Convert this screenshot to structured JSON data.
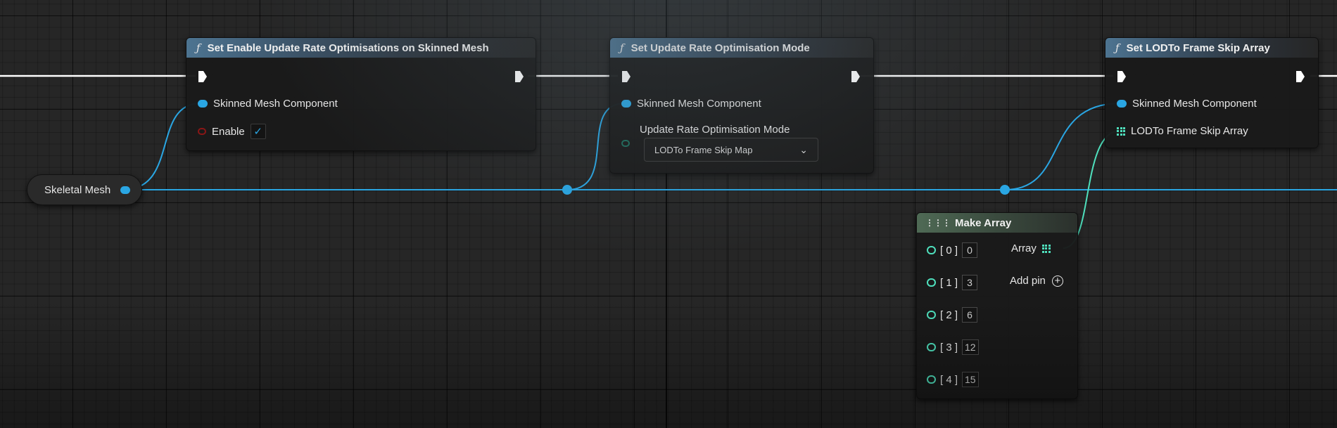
{
  "nodes": {
    "set_enable": {
      "title": "Set Enable Update Rate Optimisations on Skinned Mesh",
      "function_icon": "function-icon",
      "pins": {
        "target": "Skinned Mesh Component",
        "enable": "Enable",
        "enable_checked": "✓"
      }
    },
    "set_mode": {
      "title": "Set Update Rate Optimisation Mode",
      "function_icon": "function-icon",
      "pins": {
        "target": "Skinned Mesh Component",
        "mode": "Update Rate Optimisation Mode"
      },
      "mode_value": "LODTo Frame Skip Map"
    },
    "set_lod": {
      "title": "Set LODTo Frame Skip Array",
      "function_icon": "function-icon",
      "pins": {
        "target": "Skinned Mesh Component",
        "array": "LODTo Frame Skip Array"
      }
    },
    "make_array": {
      "title": "Make Array",
      "output": "Array",
      "add_pin": "Add pin",
      "elements": [
        {
          "label": "[ 0 ]",
          "value": "0"
        },
        {
          "label": "[ 1 ]",
          "value": "3"
        },
        {
          "label": "[ 2 ]",
          "value": "6"
        },
        {
          "label": "[ 3 ]",
          "value": "12"
        },
        {
          "label": "[ 4 ]",
          "value": "15"
        }
      ]
    },
    "skeletal_mesh": {
      "label": "Skeletal Mesh"
    }
  },
  "colors": {
    "exec_wire": "#ffffff",
    "object_pin": "#2aa6e3",
    "integer_pin": "#4fe0bd",
    "bool_pin": "#8a1616",
    "enum_pin": "#1e6b5b"
  },
  "icons": {
    "function": "function-icon",
    "exec_pin": "exec-pin-icon",
    "array_pin": "array-grid-icon",
    "add_pin": "add-circle-icon",
    "dropdown": "chevron-down-icon",
    "checkbox": "checkmark-icon"
  }
}
